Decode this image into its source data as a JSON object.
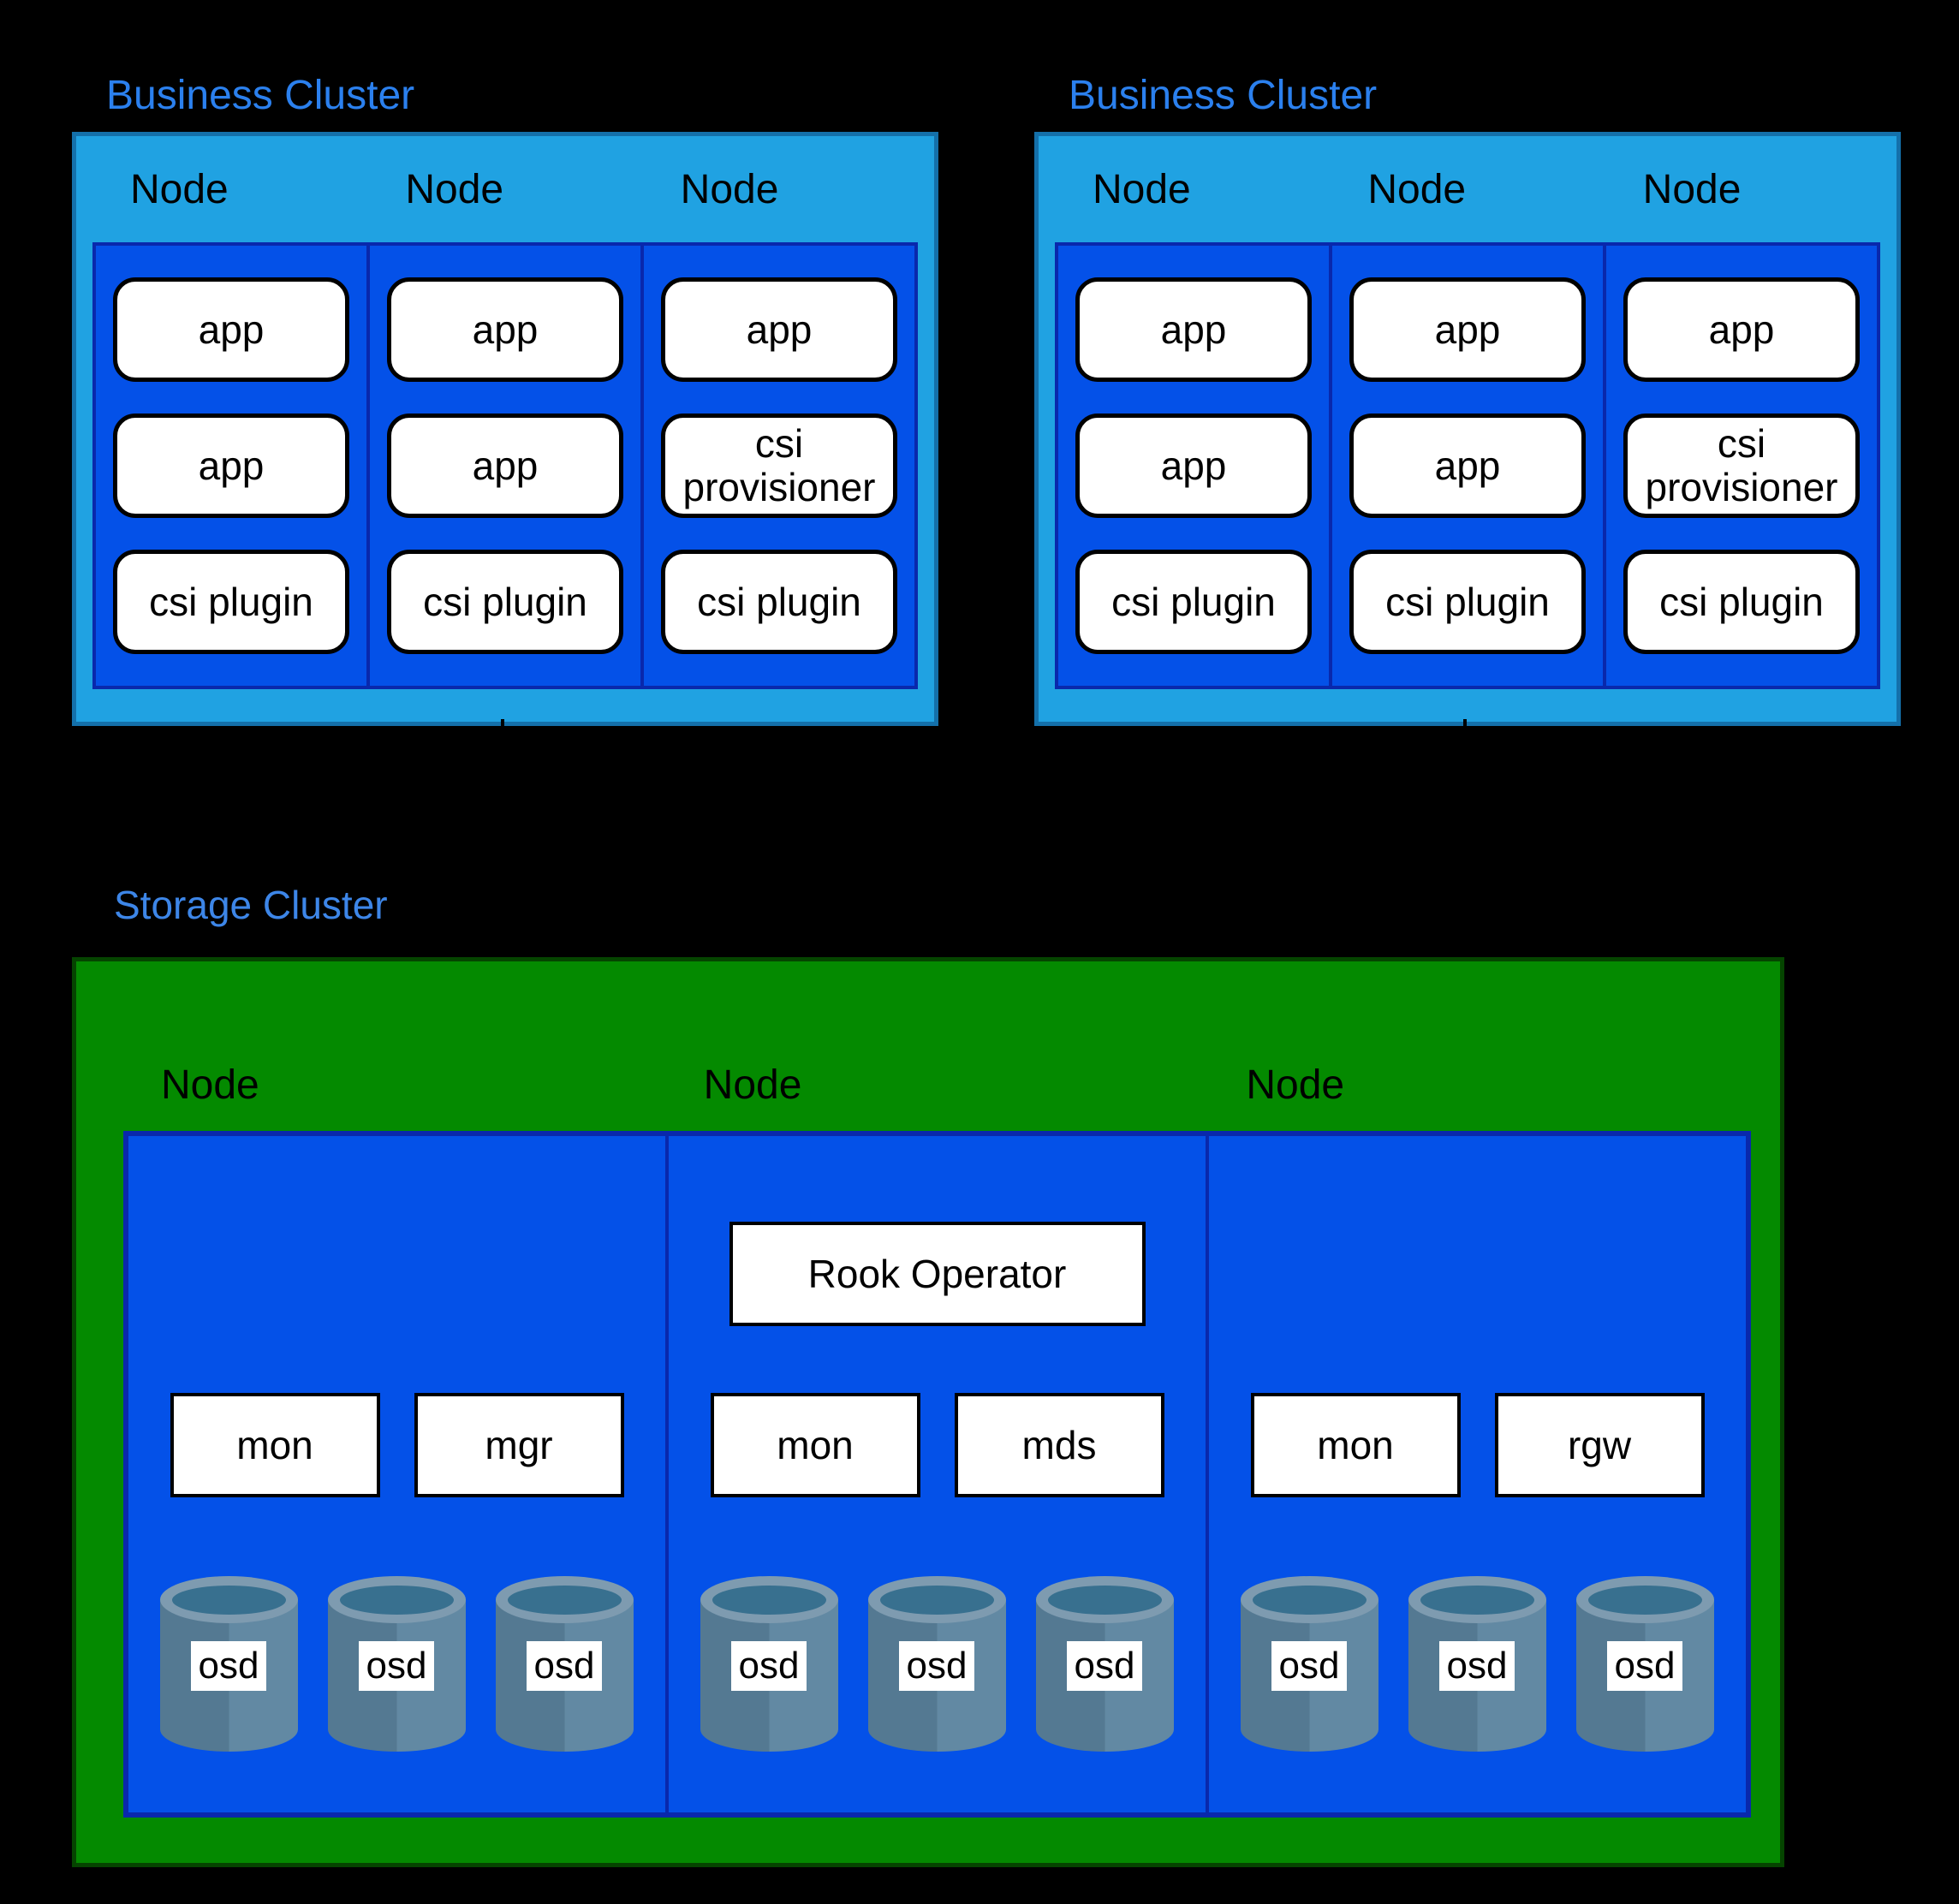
{
  "business": [
    {
      "title": "Business Cluster",
      "nodes": [
        {
          "label": "Node",
          "pods": [
            "app",
            "app",
            "csi plugin"
          ]
        },
        {
          "label": "Node",
          "pods": [
            "app",
            "app",
            "csi plugin"
          ]
        },
        {
          "label": "Node",
          "pods": [
            "app",
            "csi provisioner",
            "csi plugin"
          ]
        }
      ]
    },
    {
      "title": "Business Cluster",
      "nodes": [
        {
          "label": "Node",
          "pods": [
            "app",
            "app",
            "csi plugin"
          ]
        },
        {
          "label": "Node",
          "pods": [
            "app",
            "app",
            "csi plugin"
          ]
        },
        {
          "label": "Node",
          "pods": [
            "app",
            "csi provisioner",
            "csi plugin"
          ]
        }
      ]
    }
  ],
  "storage": {
    "title": "Storage Cluster",
    "nodes": [
      {
        "label": "Node",
        "operator": "",
        "processes": [
          "mon",
          "mgr"
        ],
        "osds": [
          "osd",
          "osd",
          "osd"
        ]
      },
      {
        "label": "Node",
        "operator": "Rook Operator",
        "processes": [
          "mon",
          "mds"
        ],
        "osds": [
          "osd",
          "osd",
          "osd"
        ]
      },
      {
        "label": "Node",
        "operator": "",
        "processes": [
          "mon",
          "rgw"
        ],
        "osds": [
          "osd",
          "osd",
          "osd"
        ]
      }
    ]
  },
  "colors": {
    "canvas_background": "#000000",
    "business_shell": "#20a2e2",
    "business_shell_border": "#1470aa",
    "node_panel_blue": "#0451e8",
    "node_panel_border": "#0928ac",
    "storage_green": "#048a00",
    "storage_green_border": "#054400",
    "business_title_text": "#2b80ee",
    "storage_title_text": "#3d86e8",
    "pod_fill": "#ffffff",
    "cylinder_rim": "#7e9bb0",
    "cylinder_hole": "#38708f",
    "cylinder_body_left": "#547992",
    "cylinder_body_right": "#6289a3"
  },
  "icons": {
    "osd_cylinder": "storage-cylinder-icon"
  }
}
